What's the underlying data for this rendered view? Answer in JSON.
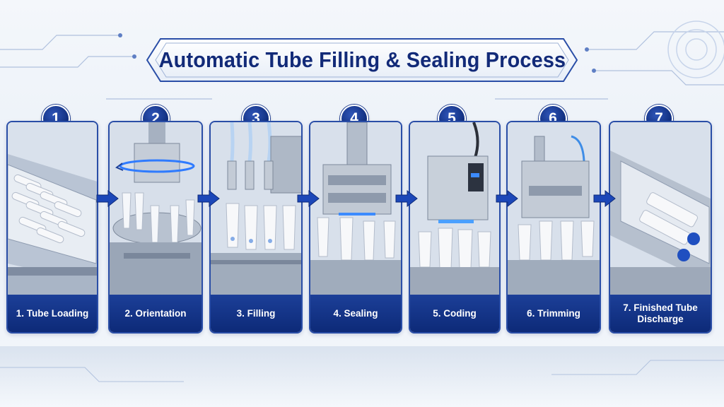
{
  "title": "Automatic Tube Filling & Sealing Process",
  "colors": {
    "navy": "#0d2a78",
    "accent": "#1c3f98",
    "line": "#2a4ea7"
  },
  "steps": [
    {
      "num": "1",
      "label": "1. Tube Loading"
    },
    {
      "num": "2",
      "label": "2. Orientation"
    },
    {
      "num": "3",
      "label": "3. Filling"
    },
    {
      "num": "4",
      "label": "4. Sealing"
    },
    {
      "num": "5",
      "label": "5. Coding"
    },
    {
      "num": "6",
      "label": "6. Trimming"
    },
    {
      "num": "7",
      "label": "7. Finished Tube Discharge"
    }
  ]
}
